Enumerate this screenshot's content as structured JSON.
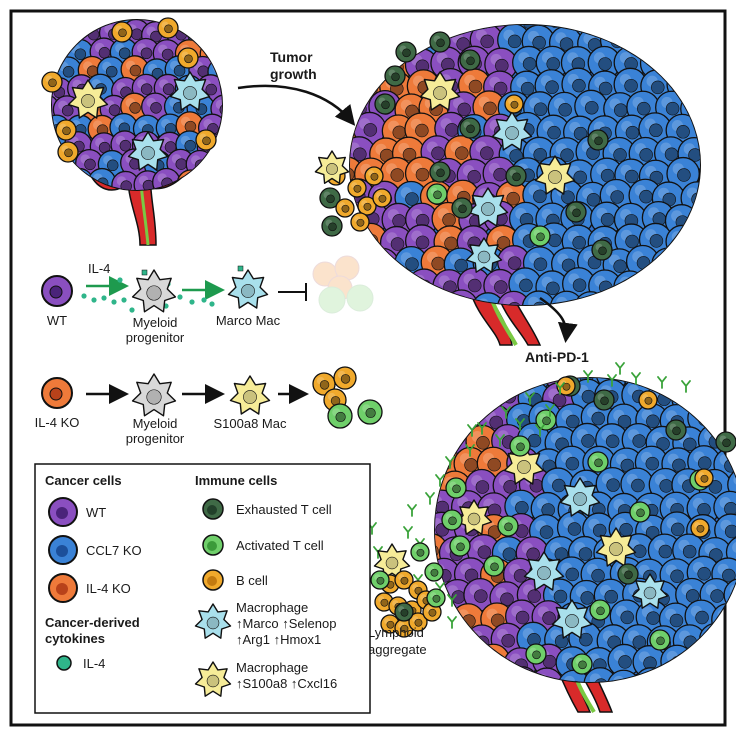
{
  "labels": {
    "tumor_growth_1": "Tumor",
    "tumor_growth_2": "growth",
    "anti_pd1": "Anti-PD-1",
    "il4": "IL-4",
    "wt": "WT",
    "myeloid_1": "Myeloid",
    "myeloid_2": "progenitor",
    "marco_mac": "Marco Mac",
    "il4ko": "IL-4 KO",
    "s100a8_mac": "S100a8 Mac",
    "lymphoid_1": "Lymphoid",
    "lymphoid_2": "aggregate"
  },
  "legend": {
    "cancer_title": "Cancer cells",
    "cancer_wt": "WT",
    "cancer_ccl7": "CCL7 KO",
    "cancer_il4ko": "IL-4 KO",
    "cytokines_title_1": "Cancer-derived",
    "cytokines_title_2": "cytokines",
    "cytokine_il4": "IL-4",
    "immune_title": "Immune cells",
    "exhausted": "Exhausted T cell",
    "activated": "Activated T cell",
    "bcell": "B cell",
    "mac_marco_1": "Macrophage",
    "mac_marco_2": "↑Marco ↑Selenop",
    "mac_marco_3": "↑Arg1 ↑Hmox1",
    "mac_s100_1": "Macrophage",
    "mac_s100_2": "↑S100a8 ↑Cxcl16"
  },
  "colors": {
    "wt_purple": "#8a4fc0",
    "ccl7_blue": "#3a82d6",
    "il4ko_orange": "#ee7a3a",
    "exhausted_green": "#3f6a46",
    "activated_green": "#6fcf6a",
    "bcell_orange": "#f0a92c",
    "marco_cyan": "#a9e0ec",
    "s100_yellow": "#f6ec98",
    "il4_teal": "#2fb58a",
    "vessel_red": "#d82a2a",
    "antibody_green": "#3aa33a"
  }
}
